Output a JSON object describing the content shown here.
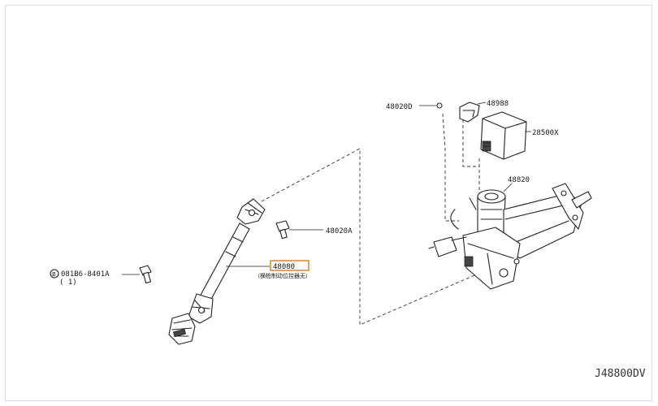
{
  "labels": {
    "part_48020D": "48020D",
    "part_48988": "48988",
    "part_28500X": "28500X",
    "part_48820": "48820",
    "part_48020A": "48020A",
    "part_48080": "48080",
    "part_48080_note": "（横桩制动位控器无）",
    "bolt_circle": "B",
    "bolt_code": "081B6-8401A",
    "bolt_qty": "( 1)",
    "diagram_code": "J48800DV"
  },
  "colors": {
    "highlight": "#e07a10",
    "line": "#222222",
    "frame": "#dcdcdc"
  }
}
